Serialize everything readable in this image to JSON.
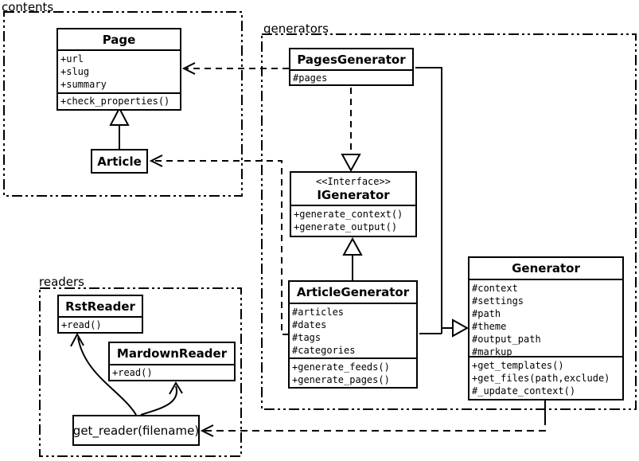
{
  "diagram": {
    "type": "uml-class-diagram"
  },
  "colors": {
    "line": "#000000",
    "background": "#ffffff"
  },
  "packages": {
    "contents": {
      "label": "contents"
    },
    "generators": {
      "label": "generators"
    },
    "readers": {
      "label": "readers"
    }
  },
  "classes": {
    "page": {
      "name": "Page",
      "attributes": [
        "+url",
        "+slug",
        "+summary"
      ],
      "methods": [
        "+check_properties()"
      ]
    },
    "article": {
      "name": "Article"
    },
    "pages_generator": {
      "name": "PagesGenerator",
      "attributes": [
        "#pages"
      ]
    },
    "igenerator": {
      "stereotype": "<<Interface>>",
      "name": "IGenerator",
      "methods": [
        "+generate_context()",
        "+generate_output()"
      ]
    },
    "article_generator": {
      "name": "ArticleGenerator",
      "attributes": [
        "#articles",
        "#dates",
        "#tags",
        "#categories"
      ],
      "methods": [
        "+generate_feeds()",
        "+generate_pages()"
      ]
    },
    "generator": {
      "name": "Generator",
      "attributes": [
        "#context",
        "#settings",
        "#path",
        "#theme",
        "#output_path",
        "#markup"
      ],
      "methods": [
        "+get_templates()",
        "+get_files(path,exclude)",
        "#_update_context()"
      ]
    },
    "rst_reader": {
      "name": "RstReader",
      "methods": [
        "+read()"
      ]
    },
    "mardown_reader": {
      "name": "MardownReader",
      "methods": [
        "+read()"
      ]
    },
    "get_reader": {
      "label": "get_reader(filename)"
    }
  },
  "relations": {
    "article_extends_page": "generalization",
    "article_generator_realizes_igenerator": "generalization",
    "pages_generator_realizes_igenerator": "dashed-realization",
    "generators_extend_generator": "generalization",
    "pages_generator_uses_page": "dependency",
    "article_generator_uses_article": "dependency",
    "generator_uses_get_reader": "dependency",
    "get_reader_returns_rst_reader": "association",
    "get_reader_returns_mardown_reader": "association"
  }
}
